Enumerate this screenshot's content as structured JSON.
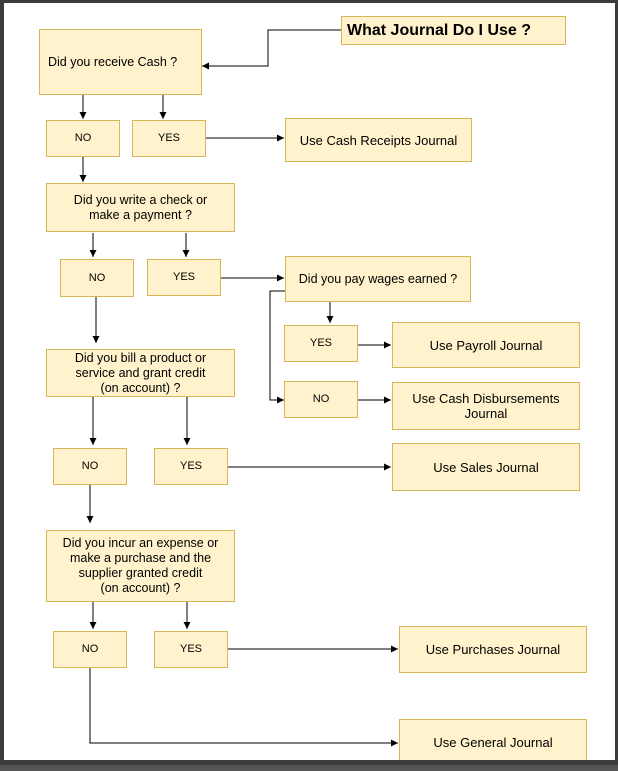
{
  "title": "What Journal Do I Use ?",
  "questions": {
    "q1": "Did you receive Cash ?",
    "q2": "Did you write a check or\nmake a payment ?",
    "q3": "Did you bill a product or\nservice and grant credit\n(on account) ?",
    "q4": "Did you incur an expense or\nmake a purchase and the\nsupplier  granted credit\n(on account) ?",
    "q5": "Did you pay wages earned ?"
  },
  "answers": {
    "no": "NO",
    "yes": "YES"
  },
  "results": {
    "cash_receipts": "Use Cash Receipts Journal",
    "payroll": "Use Payroll Journal",
    "cash_disbursements": "Use Cash Disbursements\nJournal",
    "sales": "Use Sales Journal",
    "purchases": "Use Purchases Journal",
    "general": "Use General Journal"
  },
  "colors": {
    "node_fill": "#fff2cc",
    "node_border": "#d6b656",
    "edge": "#000000"
  }
}
